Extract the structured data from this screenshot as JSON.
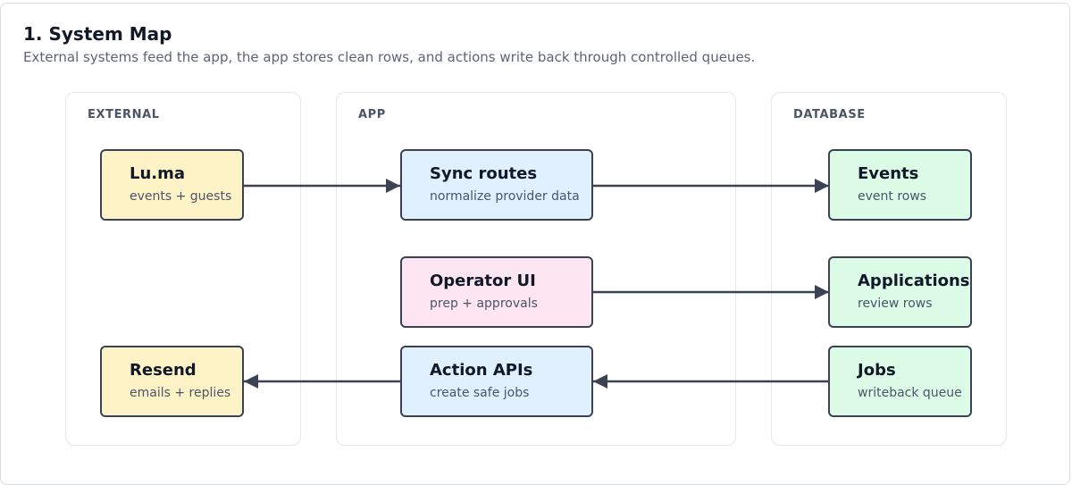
{
  "section": {
    "title": "1. System Map",
    "subtitle": "External systems feed the app, the app stores clean rows, and actions write back through controlled queues."
  },
  "groups": {
    "external": {
      "label": "EXTERNAL"
    },
    "app": {
      "label": "APP"
    },
    "database": {
      "label": "DATABASE"
    }
  },
  "nodes": {
    "luma": {
      "title": "Lu.ma",
      "subtitle": "events + guests"
    },
    "resend": {
      "title": "Resend",
      "subtitle": "emails + replies"
    },
    "sync_routes": {
      "title": "Sync routes",
      "subtitle": "normalize provider data"
    },
    "operator_ui": {
      "title": "Operator UI",
      "subtitle": "prep + approvals"
    },
    "action_apis": {
      "title": "Action APIs",
      "subtitle": "create safe jobs"
    },
    "events": {
      "title": "Events",
      "subtitle": "event rows"
    },
    "applications": {
      "title": "Applications",
      "subtitle": "review rows"
    },
    "jobs": {
      "title": "Jobs",
      "subtitle": "writeback queue"
    }
  },
  "colors": {
    "external_fill": "#fef3c7",
    "app_fill": "#e0f0fe",
    "operator_fill": "#fde6f2",
    "database_fill": "#dcfce7",
    "stroke": "#3a4254"
  }
}
